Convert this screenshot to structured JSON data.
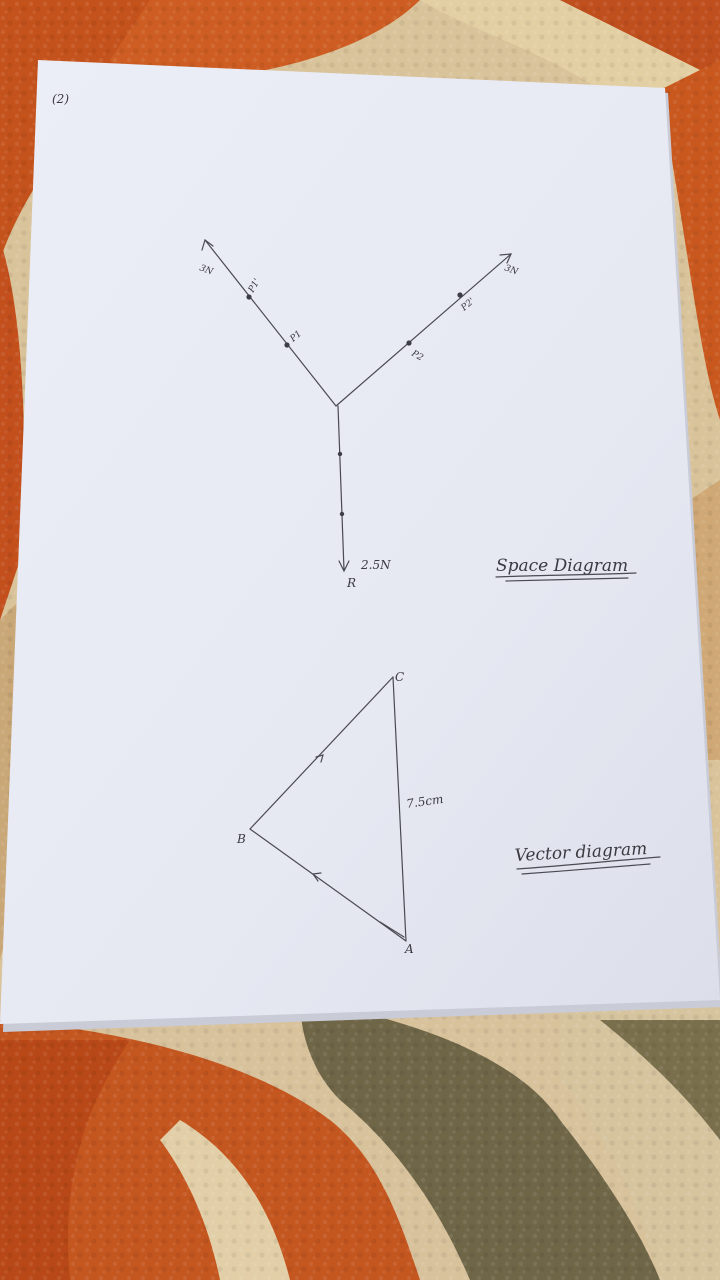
{
  "page_number_label": "(2)",
  "space_diagram": {
    "label_left_force": "3N",
    "label_p1_prime": "P1'",
    "label_p1": "P1",
    "label_right_force": "3N",
    "label_p2_prime": "P2'",
    "label_p2": "P2",
    "label_resultant_value": "2.5N",
    "label_resultant": "R",
    "caption": "Space Diagram"
  },
  "vector_diagram": {
    "vertex_a": "A",
    "vertex_b": "B",
    "vertex_c": "C",
    "side_length": "7.5cm",
    "caption": "Vector diagram"
  },
  "colors": {
    "paper": "#e9ebf5",
    "pencil": "#4a4a52",
    "blanket_orange": "#c4521c",
    "blanket_cream": "#e6d2a8",
    "blanket_olive": "#6e6546"
  }
}
